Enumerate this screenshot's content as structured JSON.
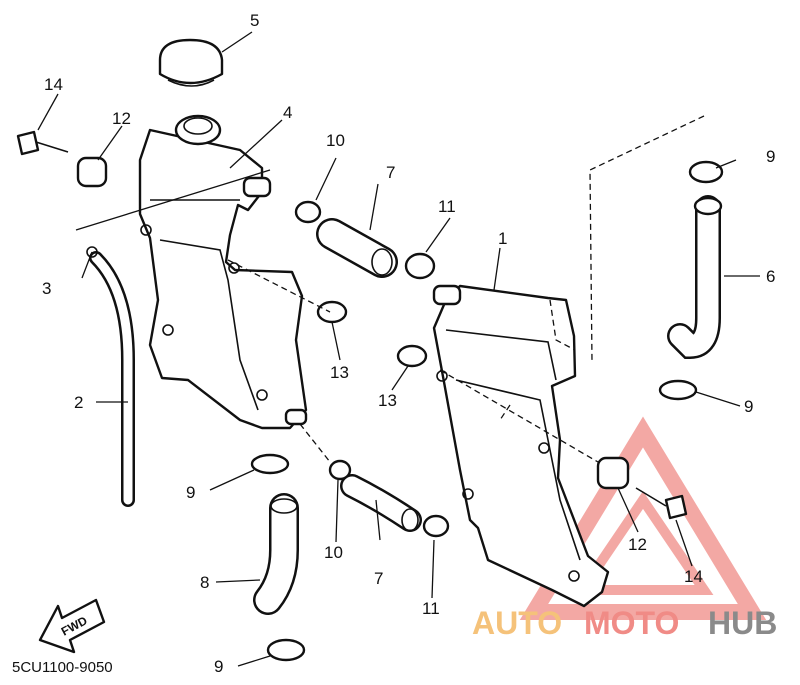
{
  "diagram": {
    "code": "5CU1100-9050",
    "direction_label": "FWD"
  },
  "callouts": [
    {
      "id": "c1",
      "text": "1"
    },
    {
      "id": "c2",
      "text": "2"
    },
    {
      "id": "c3",
      "text": "3"
    },
    {
      "id": "c4",
      "text": "4"
    },
    {
      "id": "c5",
      "text": "5"
    },
    {
      "id": "c6",
      "text": "6"
    },
    {
      "id": "c7a",
      "text": "7"
    },
    {
      "id": "c7b",
      "text": "7"
    },
    {
      "id": "c8",
      "text": "8"
    },
    {
      "id": "c9a",
      "text": "9"
    },
    {
      "id": "c9b",
      "text": "9"
    },
    {
      "id": "c9c",
      "text": "9"
    },
    {
      "id": "c9d",
      "text": "9"
    },
    {
      "id": "c10a",
      "text": "10"
    },
    {
      "id": "c10b",
      "text": "10"
    },
    {
      "id": "c11a",
      "text": "11"
    },
    {
      "id": "c11b",
      "text": "11"
    },
    {
      "id": "c12a",
      "text": "12"
    },
    {
      "id": "c12b",
      "text": "12"
    },
    {
      "id": "c13a",
      "text": "13"
    },
    {
      "id": "c13b",
      "text": "13"
    },
    {
      "id": "c14a",
      "text": "14"
    },
    {
      "id": "c14b",
      "text": "14"
    }
  ],
  "watermark": {
    "part1": "AUTO",
    "part2": "MOTO",
    "part3": "HUB",
    "colors": {
      "auto": "#f5c27a",
      "moto": "#f08b86",
      "hub": "#8a8a8a",
      "triangle": "#f08b86"
    }
  }
}
